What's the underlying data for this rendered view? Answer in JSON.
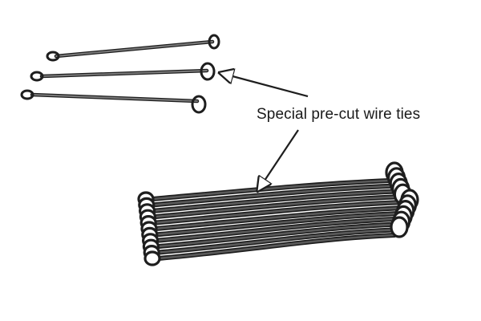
{
  "caption": "Special pre-cut wire ties",
  "colors": {
    "wire_outline": "#1e1e1e",
    "wire_fill": "#5a5a5a",
    "wire_highlight": "#9a9a9a",
    "arrow_fill": "#ffffff",
    "background": "#ffffff"
  },
  "loose_tie_count": 3,
  "bundle_tie_count": 11
}
